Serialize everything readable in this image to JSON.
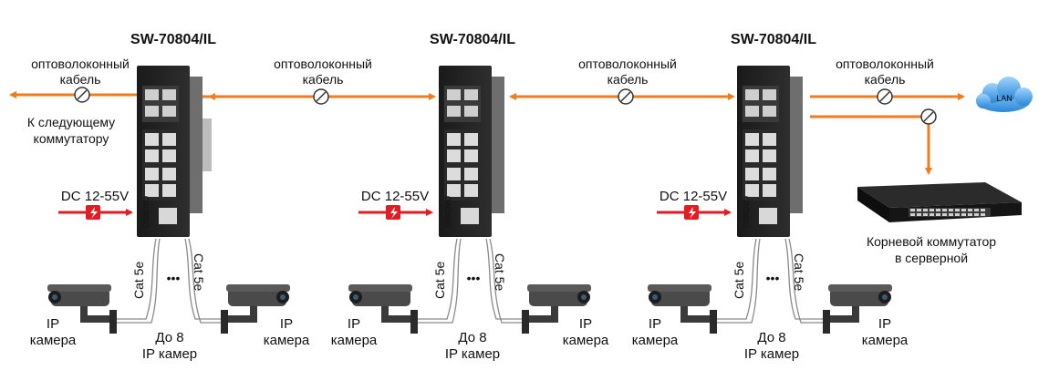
{
  "switches": [
    {
      "model": "SW-70804/IL",
      "brand": "OSNOVO"
    },
    {
      "model": "SW-70804/IL",
      "brand": "OSNOVO"
    },
    {
      "model": "SW-70804/IL",
      "brand": "OSNOVO"
    }
  ],
  "fiber_labels": {
    "left": {
      "line1": "оптоволоконный",
      "line2": "кабель"
    },
    "link1": {
      "line1": "оптоволоконный",
      "line2": "кабель"
    },
    "link2": {
      "line1": "оптоволоконный",
      "line2": "кабель"
    },
    "right": {
      "line1": "оптоволоконный",
      "line2": "кабель"
    }
  },
  "next_switch": {
    "line1": "К следующему",
    "line2": "коммутатору"
  },
  "power": [
    "DC 12-55V",
    "DC 12-55V",
    "DC 12-55V"
  ],
  "cable": [
    "Cat 5e",
    "Cat 5e",
    "Cat 5e",
    "Cat 5e",
    "Cat 5e",
    "Cat 5e"
  ],
  "ellipsis": "•••",
  "cameras": [
    {
      "line1": "IP",
      "line2": "камера"
    },
    {
      "line1": "IP",
      "line2": "камера"
    },
    {
      "line1": "IP",
      "line2": "камера"
    },
    {
      "line1": "IP",
      "line2": "камера"
    },
    {
      "line1": "IP",
      "line2": "камера"
    },
    {
      "line1": "IP",
      "line2": "камера"
    }
  ],
  "up_to": [
    {
      "line1": "До 8",
      "line2": "IP камер"
    },
    {
      "line1": "До 8",
      "line2": "IP камер"
    },
    {
      "line1": "До 8",
      "line2": "IP камер"
    }
  ],
  "lan": "LAN",
  "core_switch": {
    "line1": "Корневой коммутатор",
    "line2": "в серверной"
  },
  "colors": {
    "fiber": "#f07c1e",
    "power": "#e31b23",
    "lan_cloud": "#3b9be0"
  }
}
